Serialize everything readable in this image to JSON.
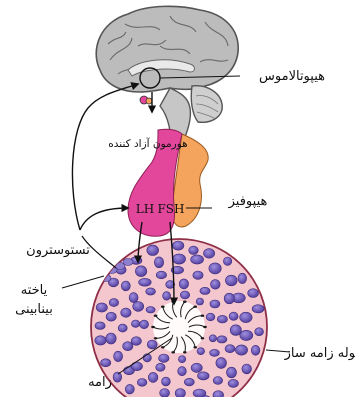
{
  "labels": {
    "hypothalamus": "هیپوتالاموس",
    "releasing_hormone": "هورمون آزاد کننده",
    "pituitary": "هیپوفیز",
    "testosterone": "تستوسترون",
    "interstitial_cell_line1": "یاخته",
    "interstitial_cell_line2": "بینابینی",
    "seminiferous_tubule": "لوله زامه ساز",
    "sperm": "زامه"
  },
  "hormones": {
    "lh": "LH",
    "fsh": "FSH"
  },
  "colors": {
    "brain_gray": "#b9b9b9",
    "brain_outline": "#555555",
    "anterior_pituitary": "#e2479b",
    "posterior_pituitary": "#f5a45d",
    "tubule_fill": "#f4c7cf",
    "tubule_outline": "#8e2e47",
    "cell_purple": "#5f4aa8",
    "arrow": "#111111"
  }
}
